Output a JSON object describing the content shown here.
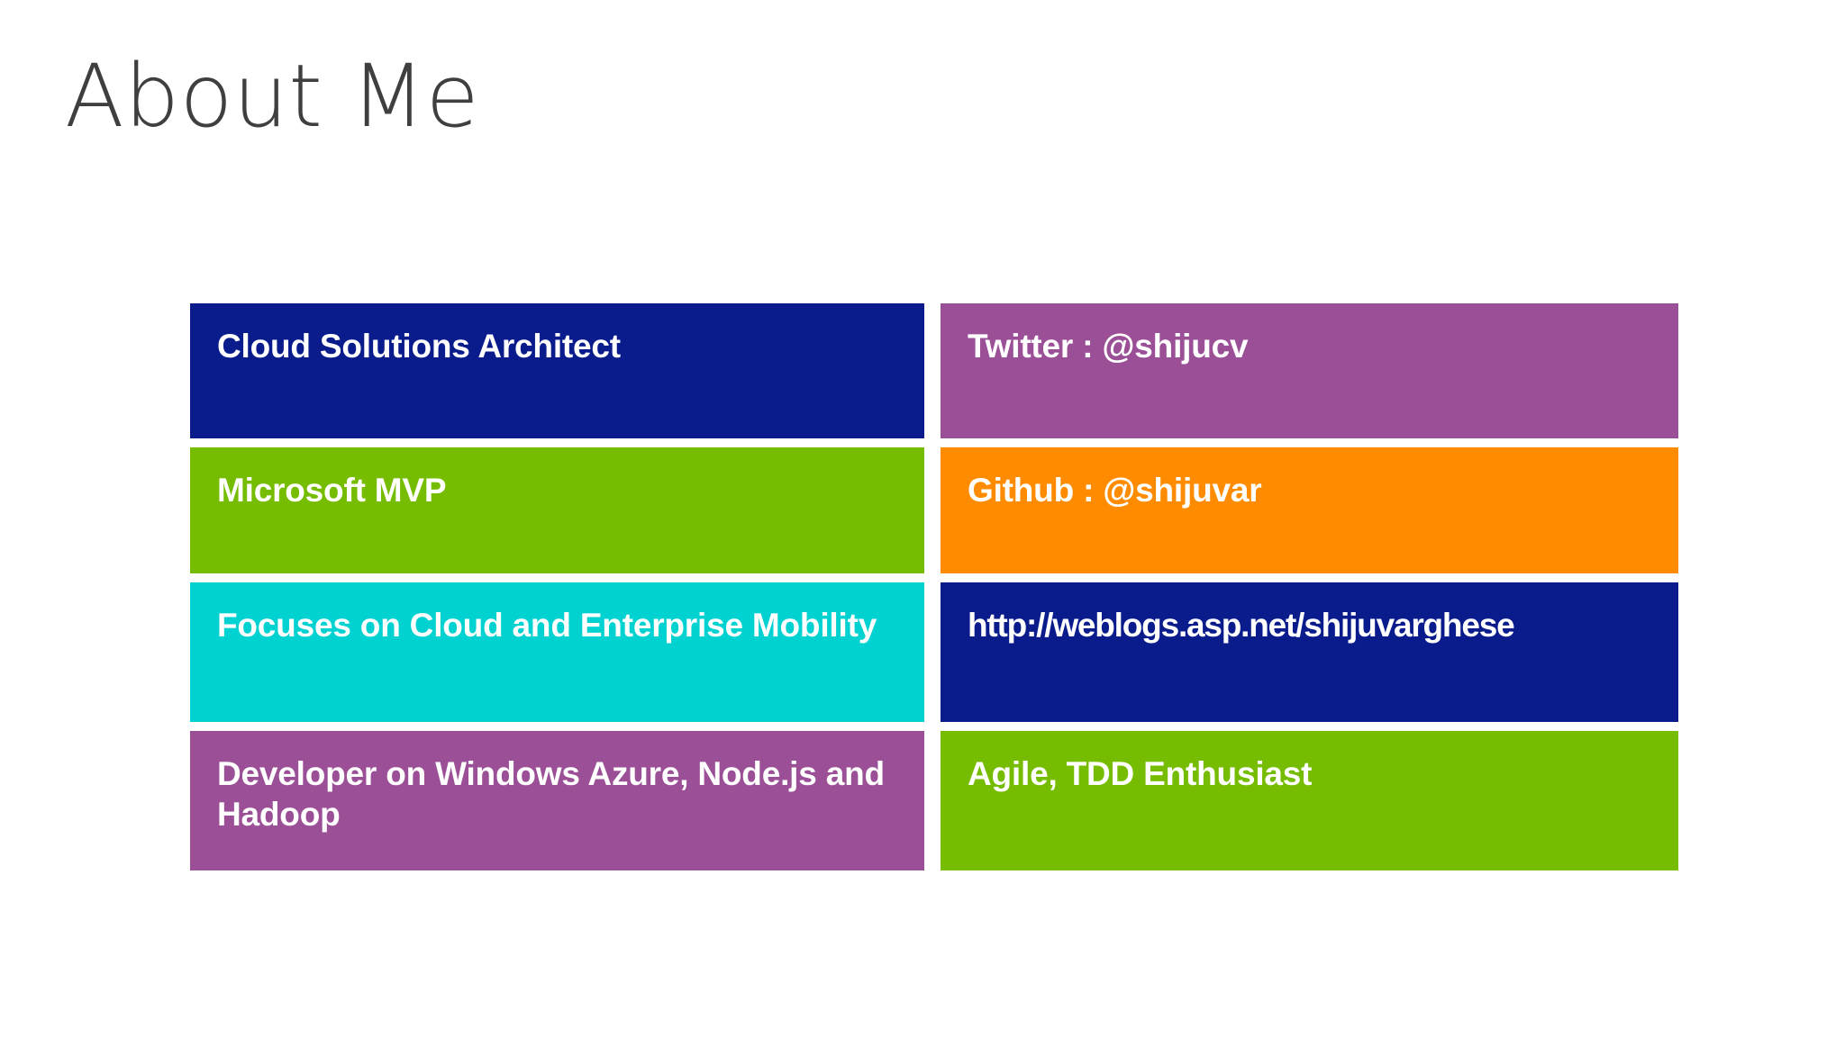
{
  "slide": {
    "title": "About Me",
    "background_color": "#FFFFFF",
    "title_color": "#3F3F3F"
  },
  "palette": {
    "navy": "#0A1B8C",
    "green": "#76BC00",
    "cyan": "#00D1D1",
    "purple": "#9B4F96",
    "orange": "#FF8C00",
    "text_on_tile": "#FFFFFF"
  },
  "tiles": {
    "left_column": [
      {
        "label": "Cloud Solutions Architect",
        "color": "#0A1B8C",
        "row": 1
      },
      {
        "label": "Microsoft MVP",
        "color": "#76BC00",
        "row": 2
      },
      {
        "label": "Focuses on Cloud and Enterprise Mobility",
        "color": "#00D1D1",
        "row": 3
      },
      {
        "label": "Developer on Windows Azure, Node.js and Hadoop",
        "color": "#9B4F96",
        "row": 4
      }
    ],
    "right_column": [
      {
        "label": "Twitter : @shijucv",
        "color": "#9B4F96",
        "row": 1
      },
      {
        "label": "Github : @shijuvar",
        "color": "#FF8C00",
        "row": 2
      },
      {
        "label": "http://weblogs.asp.net/shijuvarghese",
        "color": "#0A1B8C",
        "row": 3
      },
      {
        "label": "Agile, TDD Enthusiast",
        "color": "#76BC00",
        "row": 4
      }
    ]
  }
}
